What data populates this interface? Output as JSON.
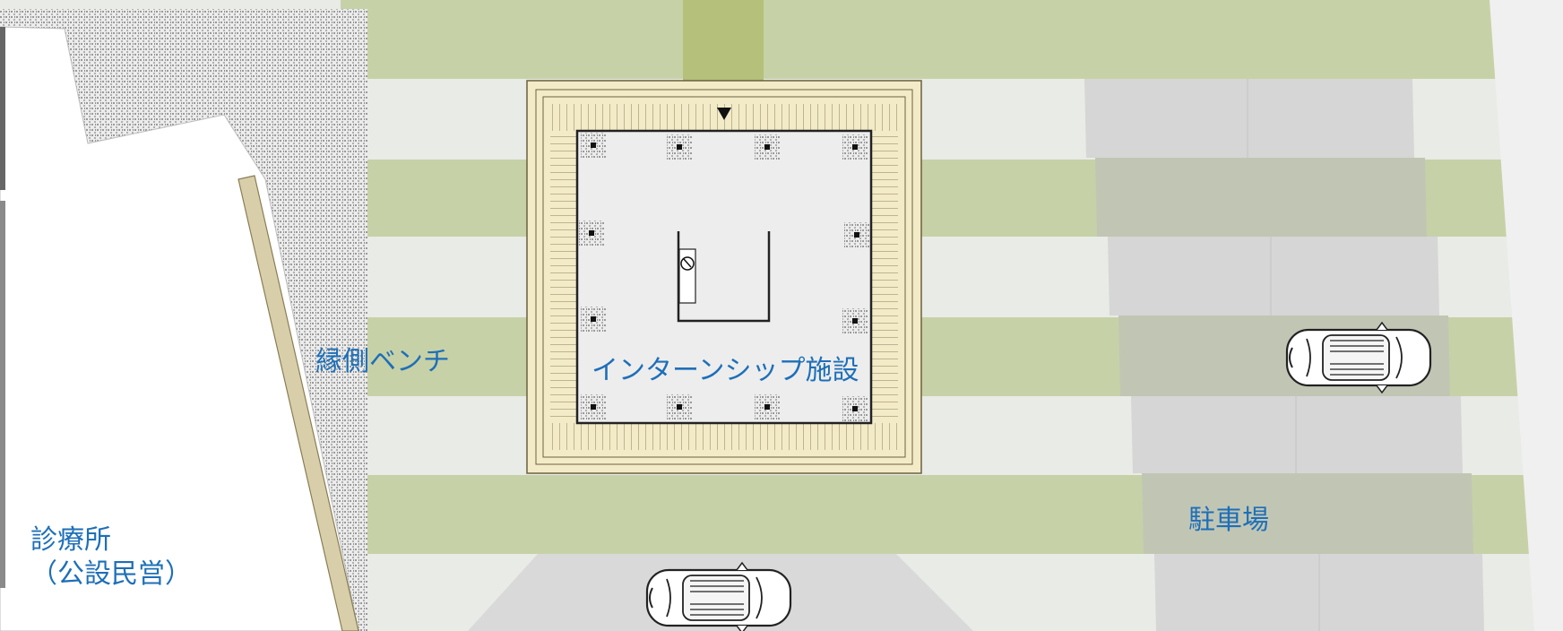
{
  "labels": {
    "clinic_line1": "診療所",
    "clinic_line2": "（公設民営）",
    "engawa_bench": "縁側ベンチ",
    "internship_facility": "インターンシップ施設",
    "parking": "駐車場"
  },
  "colors": {
    "lawn": "#c7d1a7",
    "paving": "#e9ebe6",
    "pattern_zone": "#dcdcdc",
    "deck": "#f3ebc8",
    "deck_line": "#8a7d55",
    "facility_floor": "#ededed",
    "parking_light": "#d6d6d6",
    "parking_dark": "#c1c6b4",
    "hedge": "#b5c07b",
    "label": "#1e6fb8"
  },
  "symbols": {
    "entrance_marker": "triangle-down",
    "facility_bicycle": "bicycle-icon",
    "car": "car-icon"
  }
}
